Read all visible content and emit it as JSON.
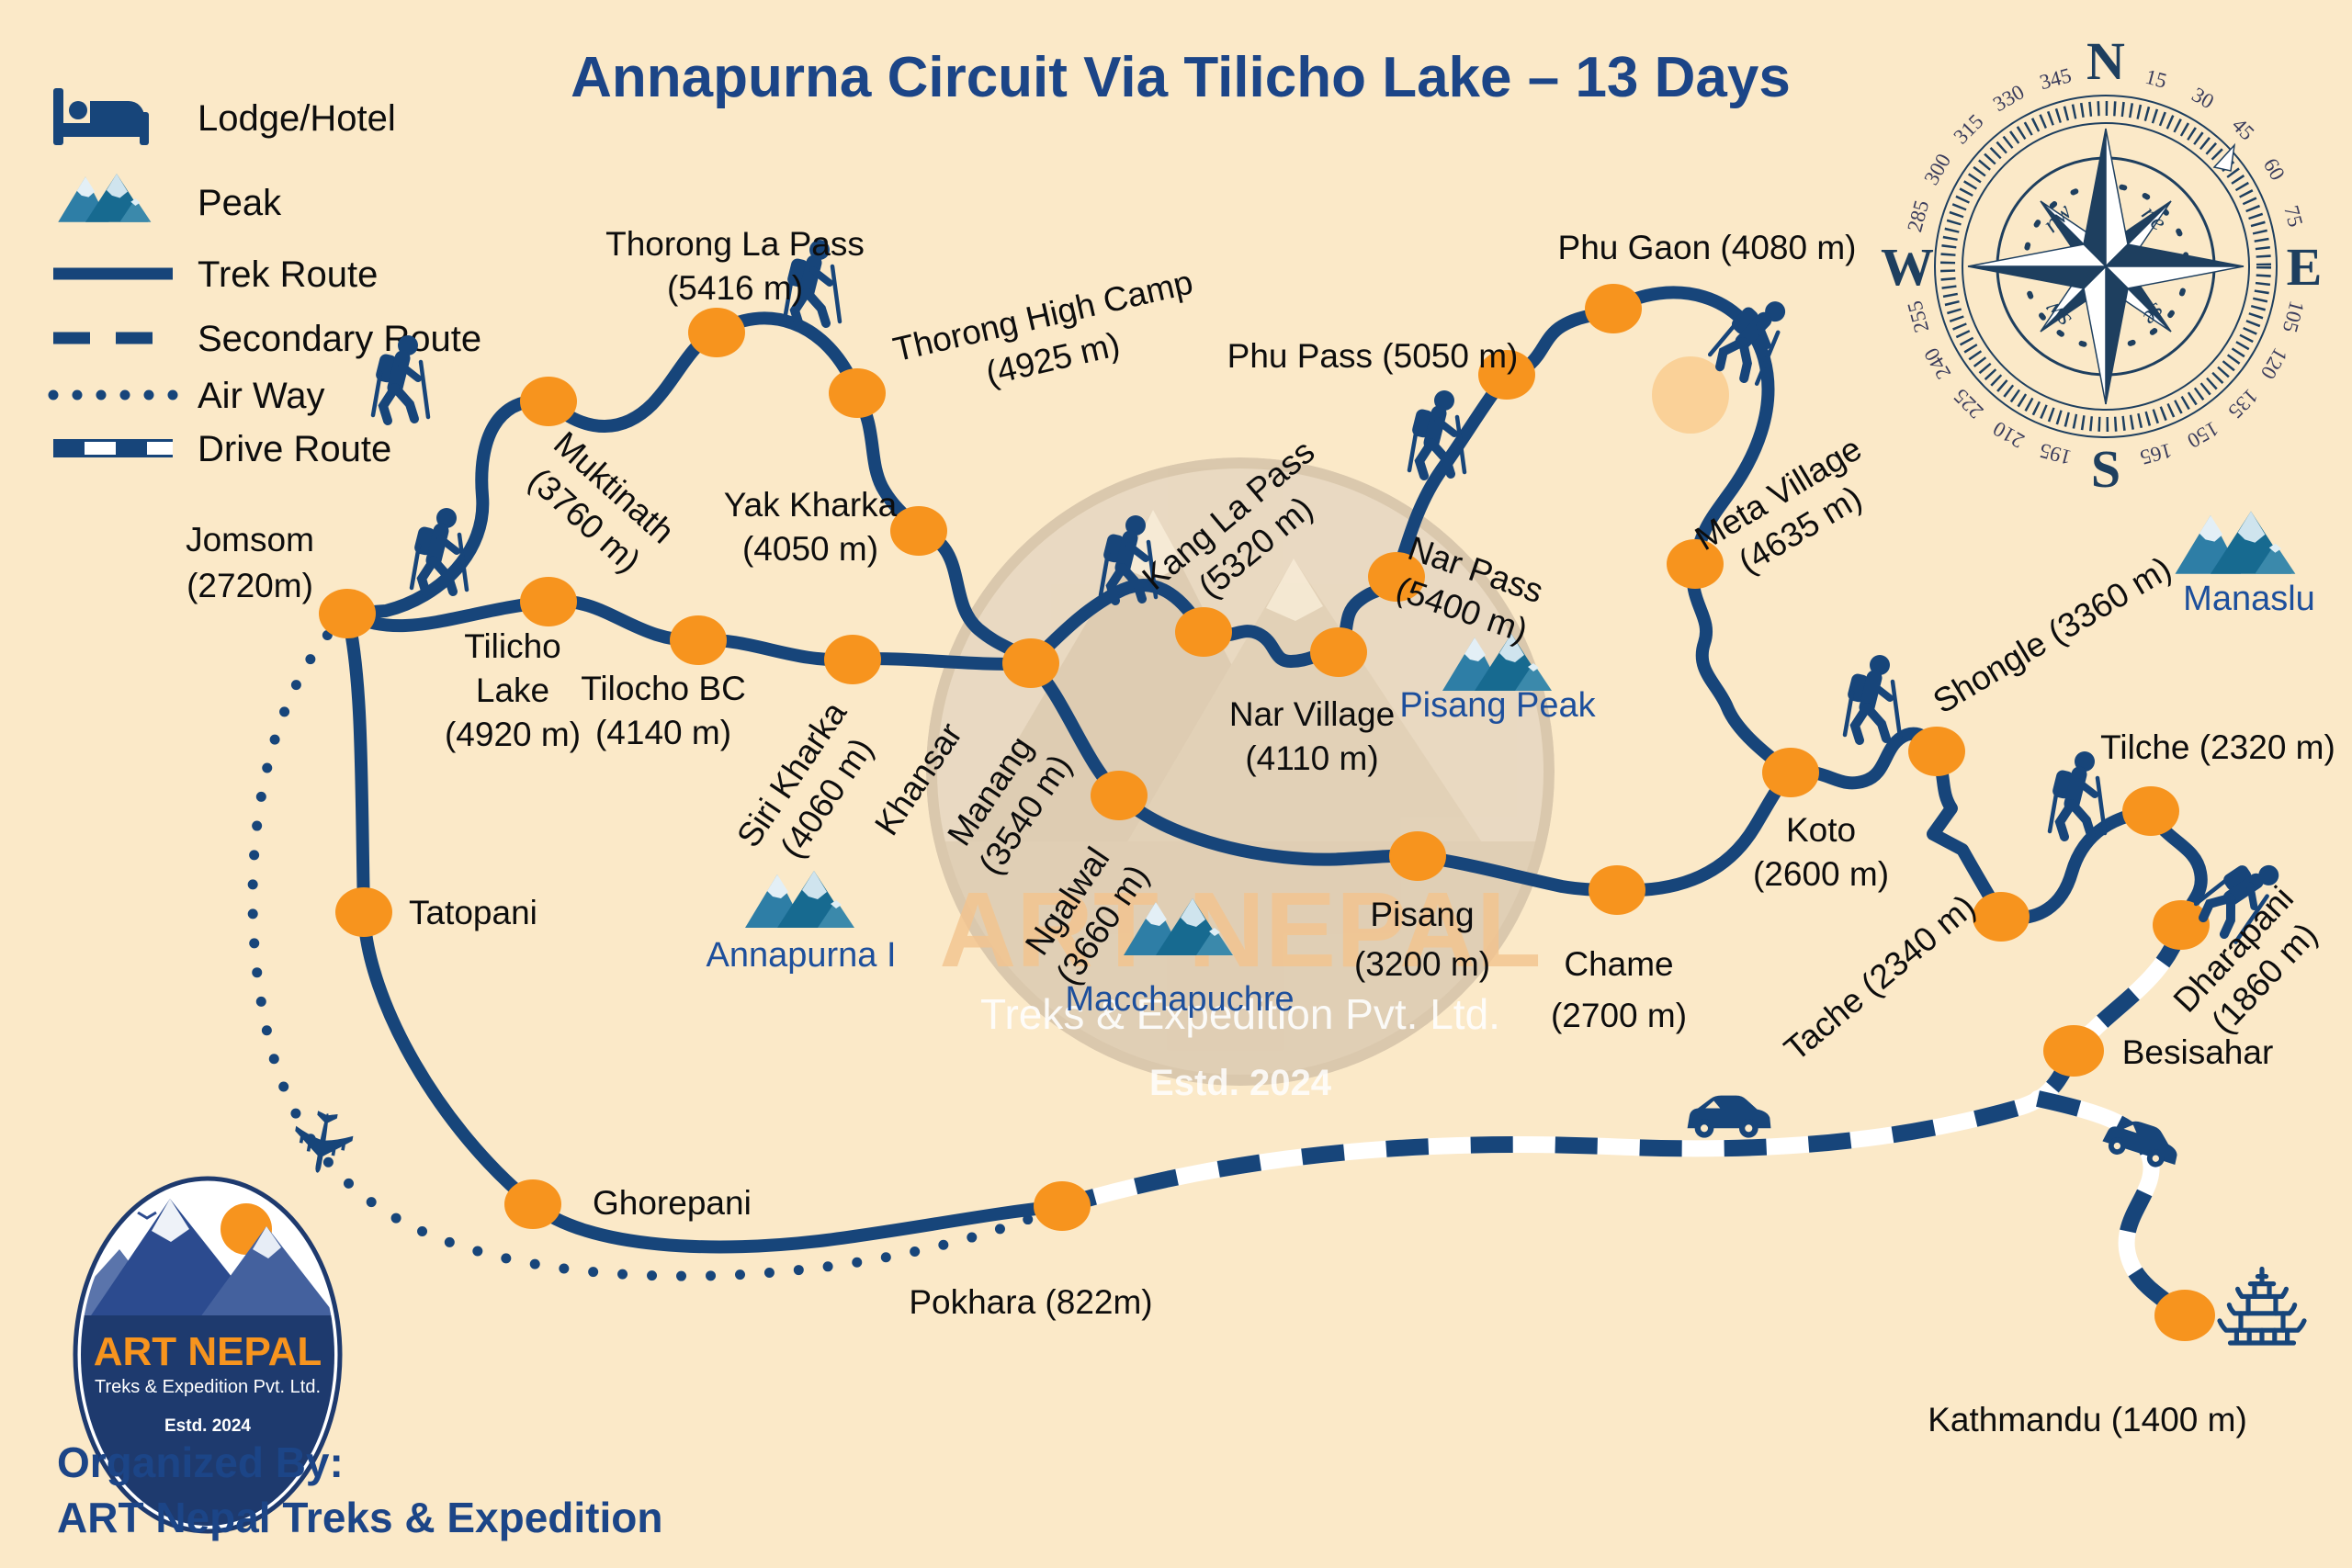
{
  "title": "Annapurna Circuit Via Tilicho Lake – 13 Days",
  "legend": {
    "lodge": "Lodge/Hotel",
    "peak": "Peak",
    "trek_route": "Trek Route",
    "secondary_route": "Secondary Route",
    "air_way": "Air Way",
    "drive_route": "Drive Route"
  },
  "compass": {
    "cardinals": {
      "n": "N",
      "e": "E",
      "s": "S",
      "w": "W"
    },
    "intercardinals": [
      "ne",
      "se",
      "sw",
      "nw"
    ],
    "degrees": [
      "15",
      "30",
      "45",
      "60",
      "75",
      "105",
      "120",
      "135",
      "150",
      "165",
      "195",
      "210",
      "225",
      "240",
      "255",
      "285",
      "300",
      "315",
      "330",
      "345"
    ]
  },
  "waypoints": {
    "jomsom": {
      "name": "Jomsom",
      "elev": "(2720m)"
    },
    "muktinath": {
      "name": "Muktinath",
      "elev": "(3760 m)"
    },
    "thorong_la": {
      "name": "Thorong La Pass",
      "elev": "(5416 m)"
    },
    "thorong_hc": {
      "name": "Thorong High Camp",
      "elev": "(4925 m)"
    },
    "yak_kharka": {
      "name": "Yak Kharka",
      "elev": "(4050 m)"
    },
    "tilicho_lake": {
      "line1": "Tilicho",
      "line2": "Lake",
      "elev": "(4920 m)"
    },
    "tilocho_bc": {
      "name": "Tilocho BC",
      "elev": "(4140 m)"
    },
    "siri_kharka": {
      "name": "Siri Kharka",
      "elev": "(4060 m)"
    },
    "khansar": {
      "name": "Khansar"
    },
    "manang": {
      "name": "Manang",
      "elev": "(3540 m)"
    },
    "ngalwal": {
      "name": "Ngalwal",
      "elev": "(3660 m)"
    },
    "kang_la": {
      "name": "Kang La Pass",
      "elev": "(5320 m)"
    },
    "nar_village": {
      "name": "Nar Village",
      "elev": "(4110 m)"
    },
    "nar_pass": {
      "name": "Nar Pass",
      "elev": "(5400 m)"
    },
    "phu_pass": {
      "name": "Phu Pass (5050 m)"
    },
    "phu_gaon": {
      "name": "Phu Gaon (4080 m)"
    },
    "meta_village": {
      "name": "Meta Village",
      "elev": "(4635 m)"
    },
    "shongle": {
      "name": "Shongle (3360 m)"
    },
    "tilche": {
      "name": "Tilche (2320 m)"
    },
    "koto": {
      "name": "Koto",
      "elev": "(2600 m)"
    },
    "chame": {
      "name": "Chame",
      "elev": "(2700 m)"
    },
    "pisang": {
      "name": "Pisang",
      "elev": "(3200 m)"
    },
    "tache": {
      "name": "Tache (2340 m)"
    },
    "dharapani": {
      "name": "Dharapani",
      "elev": "(1860 m)"
    },
    "besisahar": {
      "name": "Besisahar"
    },
    "tatopani": {
      "name": "Tatopani"
    },
    "ghorepani": {
      "name": "Ghorepani"
    },
    "pokhara": {
      "name": "Pokhara (822m)"
    },
    "kathmandu": {
      "name": "Kathmandu (1400 m)"
    }
  },
  "peaks": {
    "annapurna": "Annapurna I",
    "macchapuchre": "Macchapuchre",
    "pisang_peak": "Pisang Peak",
    "manaslu": "Manaslu"
  },
  "watermark": {
    "brand": "ART NEPAL",
    "sub": "Treks & Expedition Pvt. Ltd.",
    "estd": "Estd. 2024"
  },
  "logo": {
    "brand": "ART NEPAL",
    "sub": "Treks & Expedition Pvt. Ltd.",
    "estd": "Estd. 2024"
  },
  "footer": {
    "organized_by": "Organized By:",
    "company": "ART Nepal Treks & Expedition"
  },
  "icons": {
    "airplane_glyph": "✈"
  },
  "colors": {
    "background": "#fbe9c8",
    "route": "#17457a",
    "node": "#f7941e",
    "label": "#0d0d0d",
    "peak_label": "#1d4f9c",
    "title": "#1c4587",
    "logo_orange": "#f7941e"
  }
}
